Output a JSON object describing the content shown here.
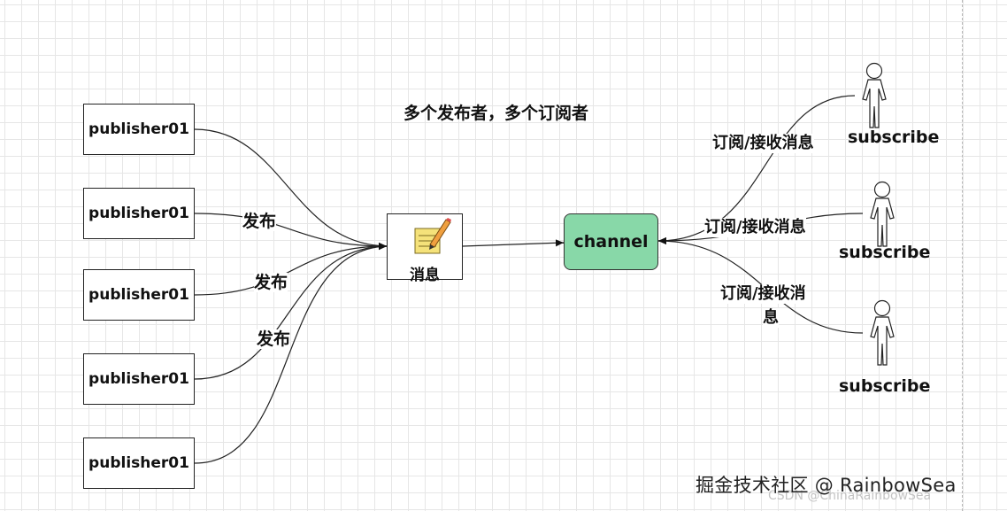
{
  "title": "多个发布者，多个订阅者",
  "publishers": [
    {
      "label": "publisher01"
    },
    {
      "label": "publisher01"
    },
    {
      "label": "publisher01"
    },
    {
      "label": "publisher01"
    },
    {
      "label": "publisher01"
    }
  ],
  "publish_labels": [
    "发布",
    "发布",
    "发布"
  ],
  "message_node": {
    "label": "消息",
    "icon": "note-pencil-icon"
  },
  "channel_node": {
    "label": "channel",
    "color": "#88d8a8"
  },
  "subscribe_labels": [
    "订阅/接收消息",
    "订阅/接收消息",
    "订阅/接收消",
    "息"
  ],
  "subscribers": [
    {
      "label": "subscribe",
      "icon": "stick-figure-actor-icon"
    },
    {
      "label": "subscribe",
      "icon": "stick-figure-actor-icon"
    },
    {
      "label": "subscribe",
      "icon": "stick-figure-actor-icon"
    }
  ],
  "watermark": "掘金技术社区 @ RainbowSea",
  "csdn_watermark": "CSDN @ChinaRainbowSea"
}
